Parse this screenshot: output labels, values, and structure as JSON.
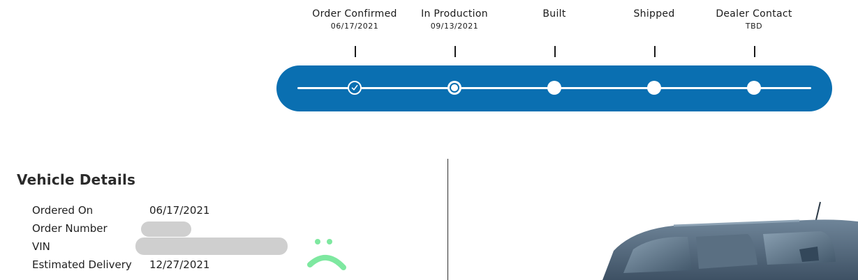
{
  "tracker": {
    "steps": [
      {
        "name": "Order Confirmed",
        "date": "06/17/2021",
        "state": "complete"
      },
      {
        "name": "In Production",
        "date": "09/13/2021",
        "state": "current"
      },
      {
        "name": "Built",
        "date": "",
        "state": "pending"
      },
      {
        "name": "Shipped",
        "date": "",
        "state": "pending"
      },
      {
        "name": "Dealer Contact",
        "date": "TBD",
        "state": "pending"
      }
    ],
    "bar_color": "#0a6fb1"
  },
  "vehicle_details": {
    "title": "Vehicle Details",
    "rows": [
      {
        "label": "Ordered On",
        "value": "06/17/2021"
      },
      {
        "label": "Order Number",
        "value": ""
      },
      {
        "label": "VIN",
        "value": ""
      },
      {
        "label": "Estimated Delivery",
        "value": "12/27/2021"
      }
    ]
  },
  "annotation": {
    "icon": "sad-face-icon",
    "color": "#7ee8a0"
  }
}
